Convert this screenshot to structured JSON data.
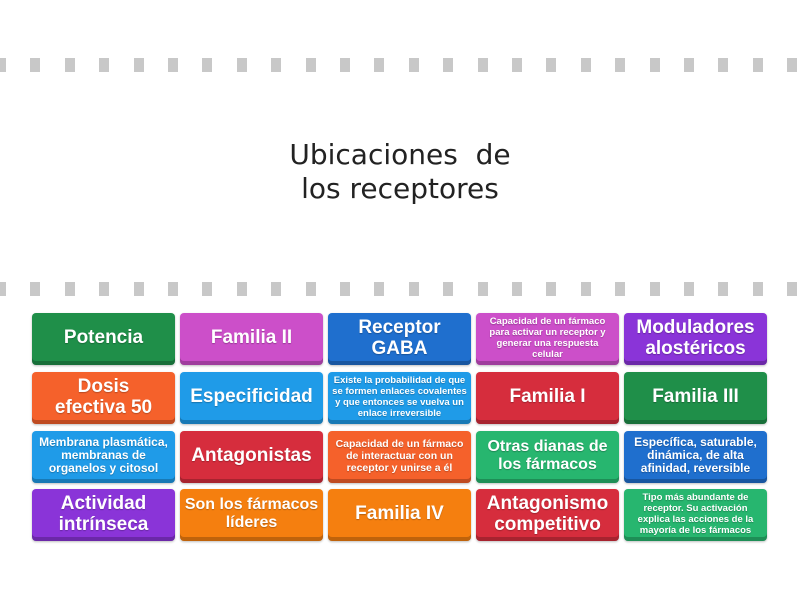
{
  "question": {
    "line1": "Ubicaciones  de",
    "line2": "los receptores"
  },
  "colors": {
    "green": "#1f8f49",
    "pink": "#cc4fc9",
    "blue": "#1f6fce",
    "red": "#d62d3d",
    "orange": "#f5612b",
    "lightblue": "#1f9be8",
    "purple": "#8a34d8",
    "amber": "#f57f0f",
    "teal": "#27b66f",
    "dash": "#c8c8c8"
  },
  "tiles": [
    {
      "label": "Potencia",
      "color": "#1f8f49"
    },
    {
      "label": "Familia II",
      "color": "#cc4fc9"
    },
    {
      "label": "Receptor GABA",
      "color": "#1f6fce"
    },
    {
      "label": "Capacidad de un fármaco para activar un receptor y generar una respuesta celular",
      "color": "#cc4fc9"
    },
    {
      "label": "Moduladores alostéricos",
      "color": "#8a34d8"
    },
    {
      "label": "Dosis efectiva 50",
      "color": "#f5612b"
    },
    {
      "label": "Especificidad",
      "color": "#1f9be8"
    },
    {
      "label": "Existe la probabilidad de que se formen enlaces covalentes y que entonces se vuelva un enlace irreversible",
      "color": "#1f9be8"
    },
    {
      "label": "Familia I",
      "color": "#d62d3d"
    },
    {
      "label": "Familia III",
      "color": "#1f8f49"
    },
    {
      "label": "Membrana plasmática, membranas de organelos y citosol",
      "color": "#1f9be8"
    },
    {
      "label": "Antagonistas",
      "color": "#d62d3d"
    },
    {
      "label": "Capacidad de un fármaco de interactuar con un receptor y unirse a él",
      "color": "#f5612b"
    },
    {
      "label": "Otras dianas de los fármacos",
      "color": "#27b66f"
    },
    {
      "label": "Específica, saturable, dinámica, de alta afinidad, reversible",
      "color": "#1f6fce"
    },
    {
      "label": "Actividad intrínseca",
      "color": "#8a34d8"
    },
    {
      "label": "Son los fármacos líderes",
      "color": "#f57f0f"
    },
    {
      "label": "Familia IV",
      "color": "#f57f0f"
    },
    {
      "label": "Antagonismo competitivo",
      "color": "#d62d3d"
    },
    {
      "label": "Tipo más abundante de receptor. Su activación explica las acciones de la mayoría de los fármacos",
      "color": "#27b66f"
    }
  ]
}
